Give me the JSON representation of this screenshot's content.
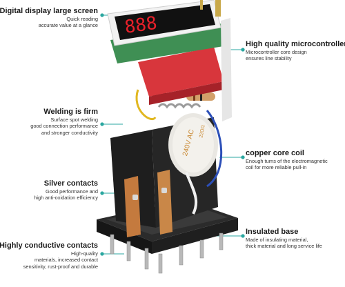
{
  "annotations": {
    "display": {
      "title": "Digital display large screen",
      "lines": [
        "Quick reading",
        "accurate value at a glance"
      ]
    },
    "microcontroller": {
      "title": "High quality microcontroller",
      "lines": [
        "Microcontroller core design",
        "ensures line stability"
      ]
    },
    "welding": {
      "title": "Welding is firm",
      "lines": [
        "Surface spot welding",
        "good connection performance",
        "and stronger conductivity"
      ]
    },
    "copper": {
      "title": "copper core coil",
      "lines": [
        "Enough turns of the electromagnetic",
        "coil for more reliable pull-in"
      ]
    },
    "silver": {
      "title": "Silver contacts",
      "lines": [
        "Good performance and",
        "high anti-oxidation efficiency"
      ]
    },
    "insulated": {
      "title": "Insulated base",
      "lines": [
        "Made of insulating material,",
        "thick material and long service life"
      ]
    },
    "conductive": {
      "title": "Highly conductive contacts",
      "lines": [
        "High-quality",
        "materials, increased contact",
        "sensitivity, rust-proof and durable"
      ]
    }
  },
  "product": {
    "coil_label": "240V AC",
    "coil_label_2": "22OΩ",
    "display_digits": "888"
  },
  "colors": {
    "accent_teal": "#2aa7a0",
    "display_red": "#e8202a",
    "relay_red": "#d8363c",
    "pcb_green": "#3f8f54",
    "base_black": "#1b1b1b"
  }
}
